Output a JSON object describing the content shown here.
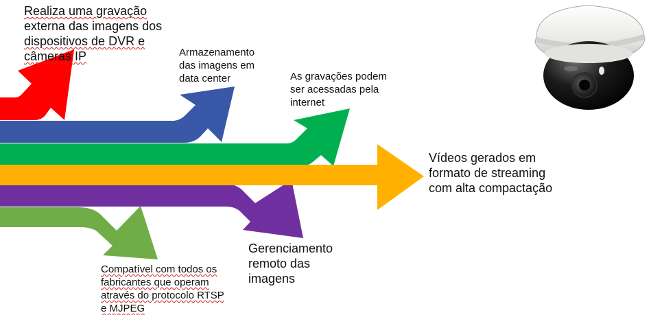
{
  "colors": {
    "red": "#ff0000",
    "blue": "#3a58a8",
    "green": "#00b050",
    "orange": "#ffb000",
    "purple": "#7030a0",
    "lightgreen": "#70ad47"
  },
  "labels": {
    "red": [
      "Realiza uma gravação",
      "externa das imagens dos",
      "dispositivos de DVR e",
      "câmeras IP"
    ],
    "blue": [
      "Armazenamento",
      "das imagens em",
      "data center"
    ],
    "green": [
      "As gravações podem",
      "ser acessadas pela",
      "internet"
    ],
    "orange": [
      "Vídeos gerados em",
      "formato de streaming",
      "com alta compactação"
    ],
    "purple": [
      "Gerenciamento",
      "remoto das",
      "imagens"
    ],
    "lightgreen": [
      "Compatível com todos os",
      "fabricantes que operam",
      "através do protocolo RTSP",
      "e MJPEG"
    ]
  },
  "camera": {
    "icon": "dome-camera-icon"
  }
}
